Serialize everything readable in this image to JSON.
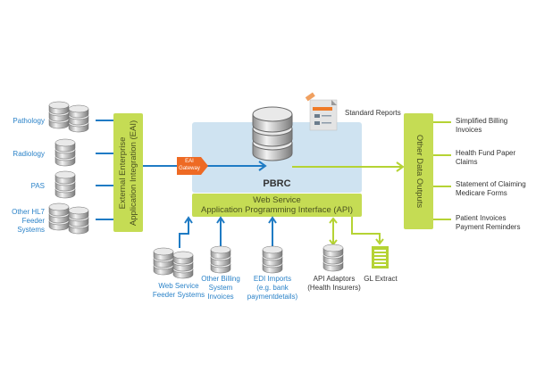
{
  "inputs": [
    {
      "label": "Pathology"
    },
    {
      "label": "Radiology"
    },
    {
      "label": "PAS"
    },
    {
      "label": "Other HL7\nFeeder\nSystems"
    }
  ],
  "eai_box": {
    "line1": "External Enterprise",
    "line2": "Application Integration (EAI)"
  },
  "gateway": {
    "line1": "EAI",
    "line2": "Gateway"
  },
  "core": {
    "label": "PBRC"
  },
  "reports": {
    "label": "Standard Reports"
  },
  "api_bar": {
    "line1": "Web Service",
    "line2": "Application Programming Interface (API)"
  },
  "outputs_box": {
    "label": "Other Data Outputs"
  },
  "outputs": [
    {
      "label": "Simplified Billing\nInvoices"
    },
    {
      "label": "Health Fund Paper\nClaims"
    },
    {
      "label": "Statement of Claiming\nMedicare Forms"
    },
    {
      "label": "Patient Invoices\nPayment Reminders"
    }
  ],
  "bottom_sources": [
    {
      "label": "Web Service\nFeeder Systems"
    },
    {
      "label": "Other Billing\nSystem\nInvoices"
    },
    {
      "label": "EDI Imports\n(e.g. bank\npaymentdetails)"
    }
  ],
  "bottom_outputs": [
    {
      "label": "API Adaptors\n(Health Insurers)"
    },
    {
      "label": "GL Extract"
    }
  ],
  "colors": {
    "blue": "#1f7bc4",
    "green": "#c5dc54",
    "orange": "#ee6a24",
    "light_blue": "#cfe3f1"
  }
}
